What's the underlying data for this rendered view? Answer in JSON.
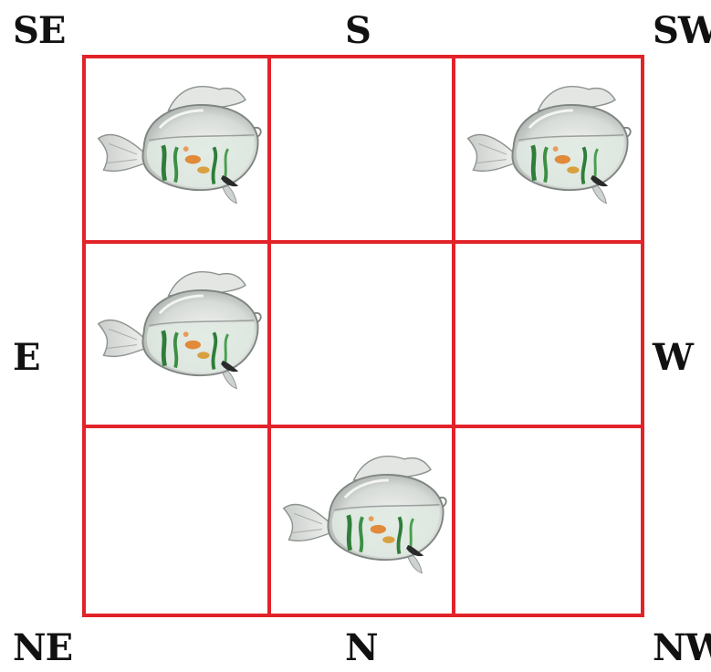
{
  "directions": {
    "se": "SE",
    "s": "S",
    "sw": "SW",
    "e": "E",
    "w": "W",
    "ne": "NE",
    "n": "N",
    "nw": "NW"
  },
  "grid": {
    "border_color": "#e2232a",
    "rows": 3,
    "cols": 3,
    "cells": [
      {
        "row": 1,
        "col": 1,
        "has_fish": true
      },
      {
        "row": 1,
        "col": 2,
        "has_fish": false
      },
      {
        "row": 1,
        "col": 3,
        "has_fish": true
      },
      {
        "row": 2,
        "col": 1,
        "has_fish": true
      },
      {
        "row": 2,
        "col": 2,
        "has_fish": false
      },
      {
        "row": 2,
        "col": 3,
        "has_fish": false
      },
      {
        "row": 3,
        "col": 1,
        "has_fish": false
      },
      {
        "row": 3,
        "col": 2,
        "has_fish": true
      },
      {
        "row": 3,
        "col": 3,
        "has_fish": false
      }
    ]
  },
  "icons": {
    "fish": "fish-bowl-icon"
  }
}
